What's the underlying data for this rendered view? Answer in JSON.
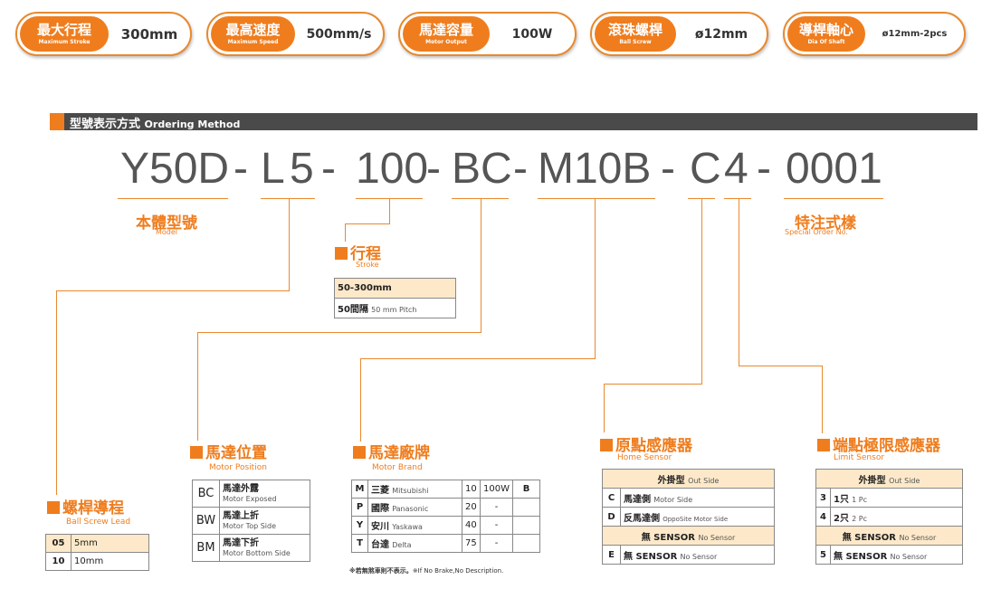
{
  "specs": [
    {
      "zh": "最大行程",
      "en": "Maximum Stroke",
      "value": "300mm"
    },
    {
      "zh": "最高速度",
      "en": "Maximum Speed",
      "value": "500mm/s"
    },
    {
      "zh": "馬達容量",
      "en": "Motor Output",
      "value": "100W"
    },
    {
      "zh": "滾珠螺桿",
      "en": "Ball Screw",
      "value": "ø12mm"
    },
    {
      "zh": "導桿軸心",
      "en": "Dia Of Shaft",
      "value": "ø12mm-2pcs"
    }
  ],
  "section": {
    "zh": "型號表示方式",
    "en": "Ordering Method"
  },
  "code": [
    "Y50D",
    "-",
    "L",
    "5",
    "-",
    "100",
    "-",
    "BC",
    "-",
    "M10B",
    "-",
    "C",
    "4",
    "-",
    "0001"
  ],
  "model": {
    "zh": "本體型號",
    "en": "Model"
  },
  "special": {
    "zh": "特注式樣",
    "en": "Special Order No."
  },
  "stroke": {
    "zh": "行程",
    "en": "Stroke",
    "row1": "50-300mm",
    "row2_zh": "50間隔",
    "row2_en": "50 mm Pitch"
  },
  "lead": {
    "zh": "螺桿導程",
    "en": "Ball Screw Lead",
    "rows": [
      {
        "k": "05",
        "v": "5mm"
      },
      {
        "k": "10",
        "v": "10mm"
      }
    ]
  },
  "position": {
    "zh": "馬達位置",
    "en": "Motor Position",
    "rows": [
      {
        "k": "BC",
        "zh": "馬達外露",
        "en": "Motor Exposed"
      },
      {
        "k": "BW",
        "zh": "馬達上折",
        "en": "Motor Top Side"
      },
      {
        "k": "BM",
        "zh": "馬達下折",
        "en": "Motor Bottom Side"
      }
    ]
  },
  "brand": {
    "zh": "馬達廠牌",
    "en": "Motor Brand",
    "rows": [
      {
        "k": "M",
        "zh": "三菱",
        "en": "Mitsubishi",
        "n": "10",
        "w": "100W",
        "b": "B"
      },
      {
        "k": "P",
        "zh": "國際",
        "en": "Panasonic",
        "n": "20",
        "w": "-",
        "b": ""
      },
      {
        "k": "Y",
        "zh": "安川",
        "en": "Yaskawa",
        "n": "40",
        "w": "-",
        "b": ""
      },
      {
        "k": "T",
        "zh": "台達",
        "en": "Delta",
        "n": "75",
        "w": "-",
        "b": ""
      }
    ],
    "note_zh": "※若無煞車則不表示。",
    "note_en": "※If No Brake,No Description."
  },
  "home": {
    "zh": "原點感應器",
    "en": "Home Sensor",
    "hd_zh": "外掛型",
    "hd_en": "Out Side",
    "rows": [
      {
        "k": "C",
        "zh": "馬達側",
        "en": "Motor Side"
      },
      {
        "k": "D",
        "zh": "反馬達側",
        "en": "OppoSite Motor Side"
      }
    ],
    "none_zh": "無 SENSOR",
    "none_en": "No Sensor",
    "e_k": "E",
    "e_zh": "無 SENSOR",
    "e_en": "No Sensor"
  },
  "limit": {
    "zh": "端點極限感應器",
    "en": "Limit Sensor",
    "hd_zh": "外掛型",
    "hd_en": "Out Side",
    "rows": [
      {
        "k": "3",
        "zh": "1只",
        "en": "1 Pc"
      },
      {
        "k": "4",
        "zh": "2只",
        "en": "2 Pc"
      }
    ],
    "none_zh": "無 SENSOR",
    "none_en": "No Sensor",
    "e_k": "5",
    "e_zh": "無 SENSOR",
    "e_en": "No Sensor"
  },
  "colors": {
    "accent": "#ef7d1e",
    "bar": "#4a4a4a",
    "cell": "#fde9c9"
  }
}
